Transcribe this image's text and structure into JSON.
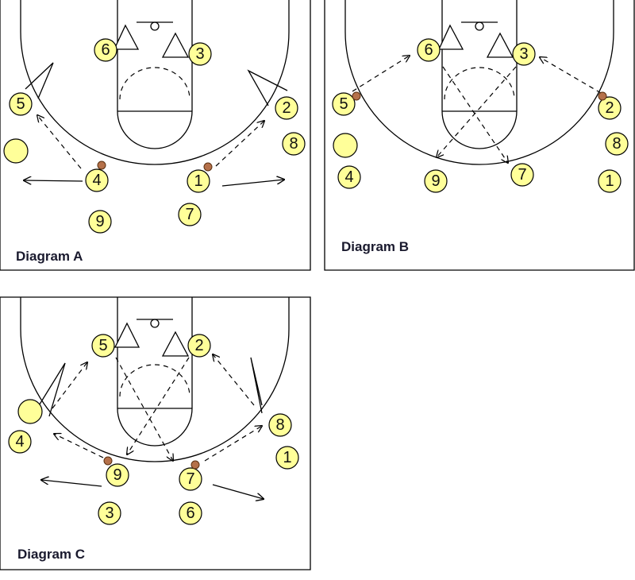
{
  "diagrams": [
    {
      "title": "Diagram A",
      "players": [
        "6",
        "3",
        "5",
        "2",
        "8",
        "4",
        "1",
        "9",
        "7"
      ]
    },
    {
      "title": "Diagram B",
      "players": [
        "6",
        "3",
        "5",
        "2",
        "8",
        "4",
        "9",
        "7",
        "1"
      ]
    },
    {
      "title": "Diagram C",
      "players": [
        "5",
        "2",
        "8",
        "4",
        "1",
        "9",
        "7",
        "3",
        "6"
      ]
    }
  ],
  "colors": {
    "player_fill": "#ffff99",
    "ball": "#b5714a",
    "lines": "#000000"
  }
}
